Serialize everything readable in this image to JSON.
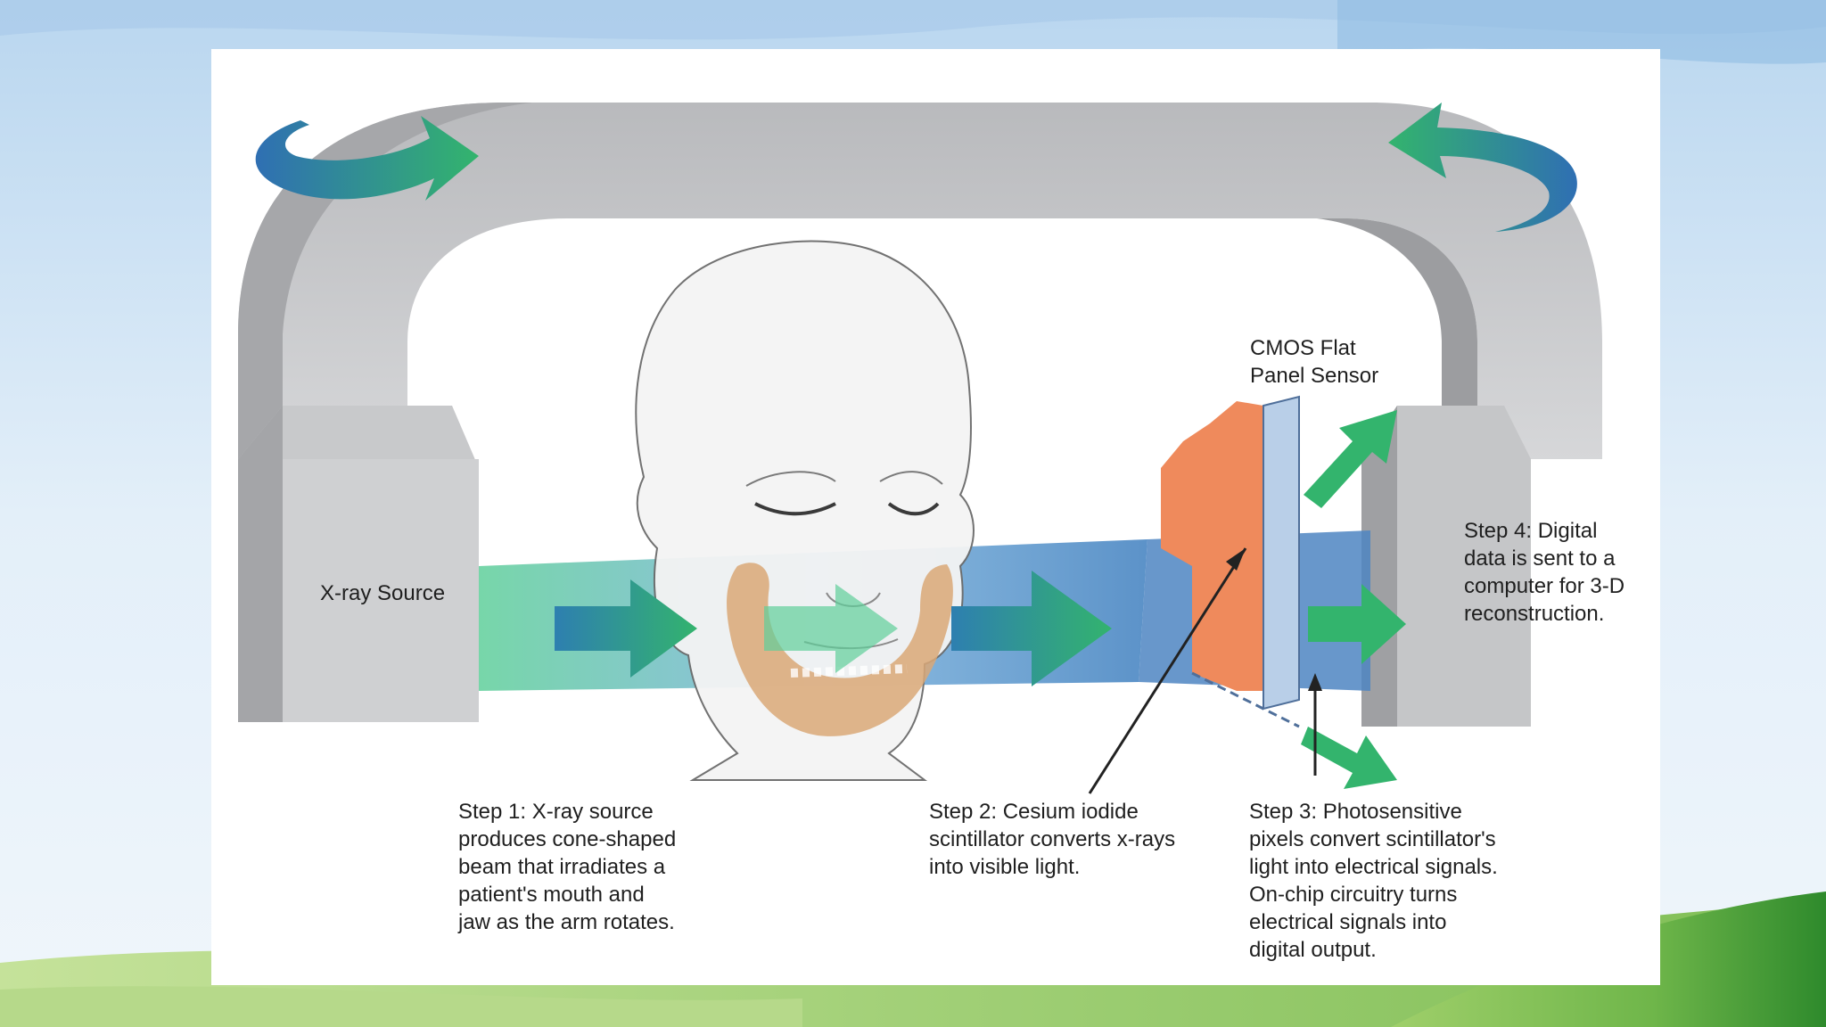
{
  "labels": {
    "xray_source": "X-ray Source",
    "sensor": "CMOS Flat\nPanel Sensor",
    "step1": "Step 1: X-ray source\nproduces cone-shaped\nbeam that irradiates a\npatient's mouth and\njaw as the arm rotates.",
    "step2": "Step 2: Cesium iodide\nscintillator converts x-rays\ninto visible light.",
    "step3": "Step 3: Photosensitive\npixels convert scintillator's\nlight into electrical signals.\nOn-chip circuitry turns\nelectrical signals into\ndigital output.",
    "step4": "Step 4: Digital\ndata is sent to a\ncomputer for 3-D\nreconstruction."
  },
  "colors": {
    "gantry": "#c8c9cb",
    "gantry_shadow": "#a9aaad",
    "beam_blue": "#5b93c9",
    "arrow_green": "#2fa56a",
    "scintillator": "#ef8a5c",
    "jaw": "#d8a874"
  },
  "icons": [
    "rotate-arrow-left-icon",
    "rotate-arrow-right-icon"
  ]
}
